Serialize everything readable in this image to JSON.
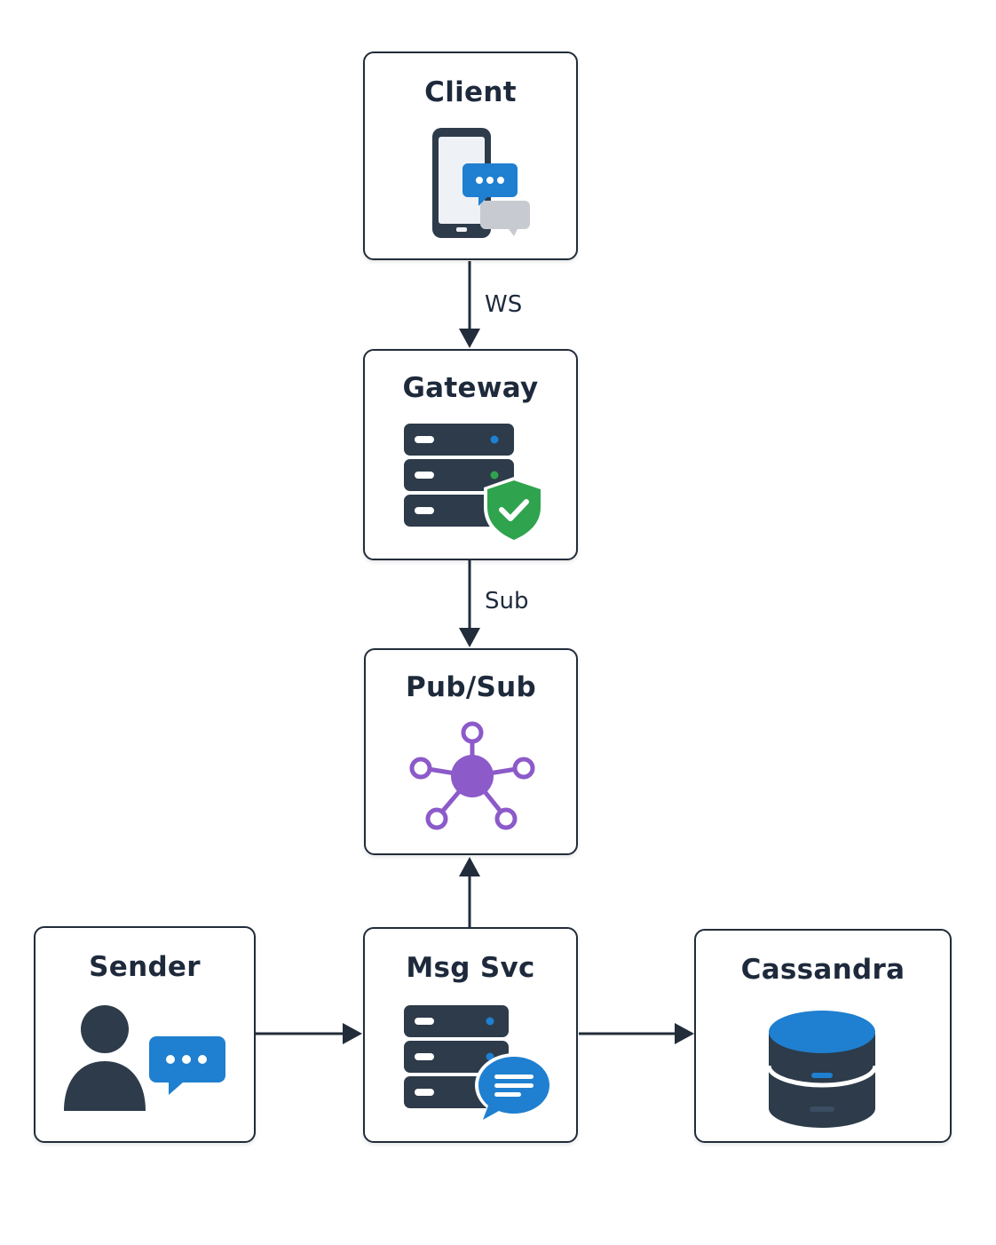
{
  "nodes": {
    "client": {
      "title": "Client"
    },
    "gateway": {
      "title": "Gateway"
    },
    "pubsub": {
      "title": "Pub/Sub"
    },
    "sender": {
      "title": "Sender"
    },
    "msgsvc": {
      "title": "Msg Svc"
    },
    "cassandra": {
      "title": "Cassandra"
    }
  },
  "edges": [
    {
      "from": "client",
      "to": "gateway",
      "label": "WS"
    },
    {
      "from": "gateway",
      "to": "pubsub",
      "label": "Sub"
    },
    {
      "from": "msgsvc",
      "to": "pubsub",
      "label": ""
    },
    {
      "from": "sender",
      "to": "msgsvc",
      "label": ""
    },
    {
      "from": "msgsvc",
      "to": "cassandra",
      "label": ""
    }
  ],
  "icons": {
    "client": "mobile-chat-icon",
    "gateway": "server-shield-icon",
    "pubsub": "hub-network-icon",
    "sender": "user-chat-icon",
    "msgsvc": "server-message-icon",
    "cassandra": "database-icon"
  },
  "colors": {
    "dark": "#2d3b4a",
    "blue": "#1f7fd0",
    "green": "#2fa34e",
    "purple": "#8c5ac9",
    "gray": "#c7cbd1"
  }
}
